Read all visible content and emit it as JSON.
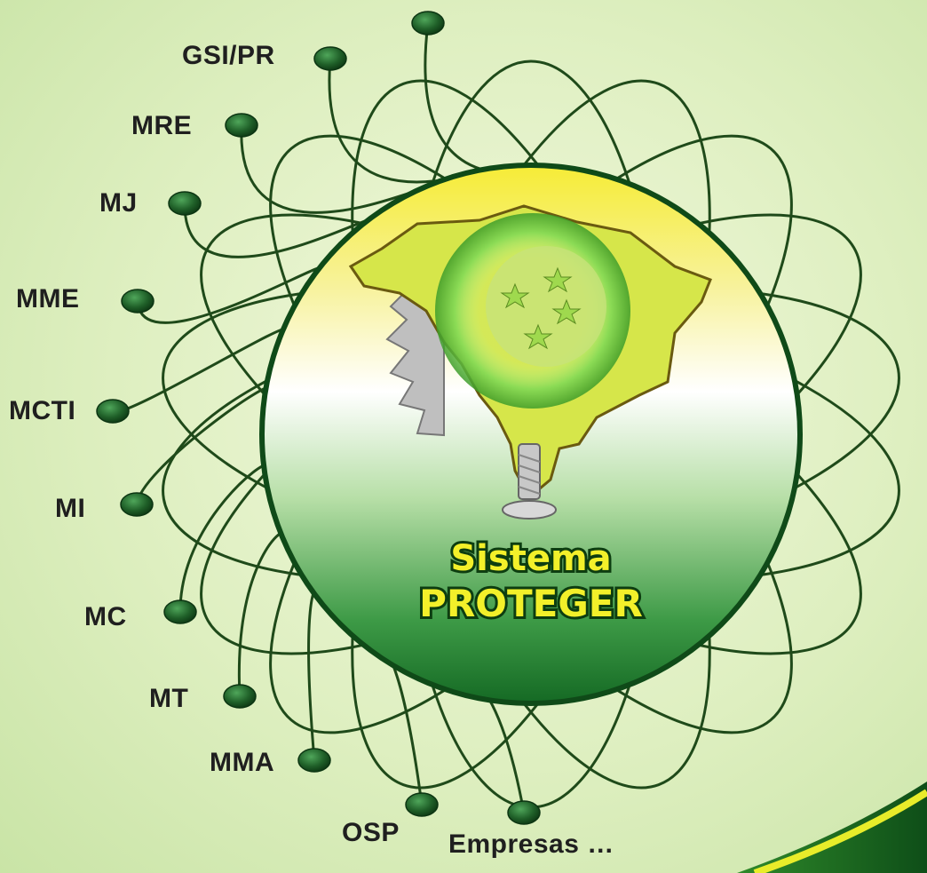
{
  "diagram": {
    "title_line1": "Sistema",
    "title_line2": "PROTEGER",
    "nodes": [
      {
        "id": "gsi-pr",
        "label": "GSI/PR"
      },
      {
        "id": "mre",
        "label": "MRE"
      },
      {
        "id": "mj",
        "label": "MJ"
      },
      {
        "id": "mme",
        "label": "MME"
      },
      {
        "id": "mcti",
        "label": "MCTI"
      },
      {
        "id": "mi",
        "label": "MI"
      },
      {
        "id": "mc",
        "label": "MC"
      },
      {
        "id": "mt",
        "label": "MT"
      },
      {
        "id": "mma",
        "label": "MMA"
      },
      {
        "id": "osp",
        "label": "OSP"
      },
      {
        "id": "empresas",
        "label": "Empresas …"
      }
    ],
    "colors": {
      "link": "#1f4a1a",
      "node": "#1d5a24",
      "title_fill": "#f3f02a",
      "title_stroke": "#0d3d10",
      "disc_top": "#f5ee3c",
      "disc_mid": "#ffffff",
      "disc_bottom": "#1a7a2c",
      "emblem_map": "#d9e84a",
      "emblem_ring": "#5fc73c",
      "emblem_gear": "#b8b8b8"
    }
  }
}
